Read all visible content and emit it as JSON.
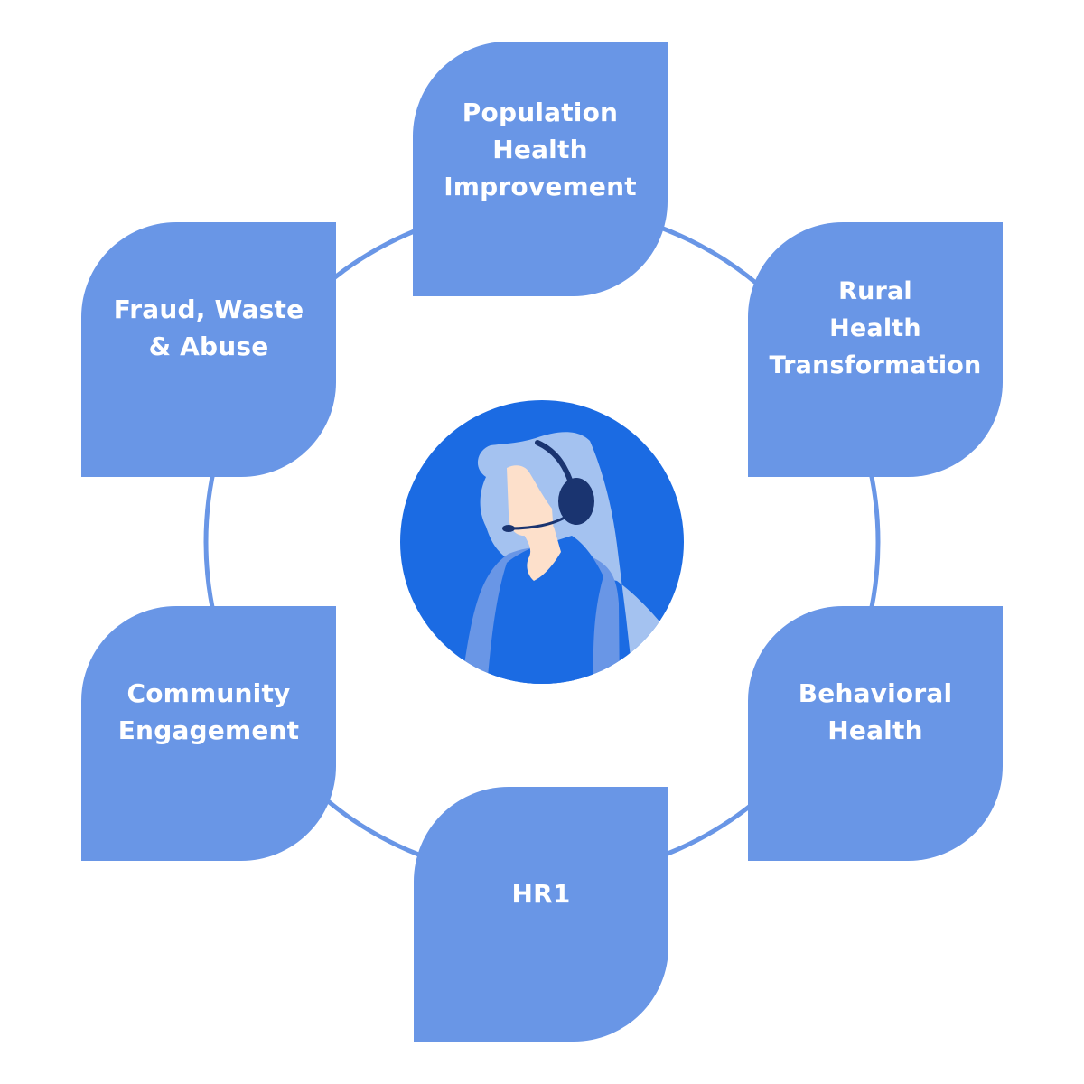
{
  "diagram": {
    "title": "",
    "center": {
      "icon": "customer-support-agent-headset-icon",
      "description": "Support agent with headset"
    },
    "nodes": [
      {
        "id": "population-health-improvement",
        "label": "Population\nHealth\nImprovement",
        "position": "top"
      },
      {
        "id": "rural-health-transformation",
        "label": "Rural\nHealth\nTransformation",
        "position": "top-right"
      },
      {
        "id": "behavioral-health",
        "label": "Behavioral\nHealth",
        "position": "bottom-right"
      },
      {
        "id": "hr1",
        "label": "HR1",
        "position": "bottom"
      },
      {
        "id": "community-engagement",
        "label": "Community\nEngagement",
        "position": "bottom-left"
      },
      {
        "id": "fraud-waste-abuse",
        "label": "Fraud, Waste\n& Abuse",
        "position": "top-left"
      }
    ]
  },
  "colors": {
    "node_fill": "#6996e6",
    "ring_stroke": "#6996e6",
    "text": "#ffffff",
    "avatar_bg": "#1b6be3",
    "hair": "#a4c2f0",
    "skin": "#fde0cb",
    "headset": "#1a3470",
    "jacket": "#6996e6",
    "shirt": "#1b6be3"
  }
}
